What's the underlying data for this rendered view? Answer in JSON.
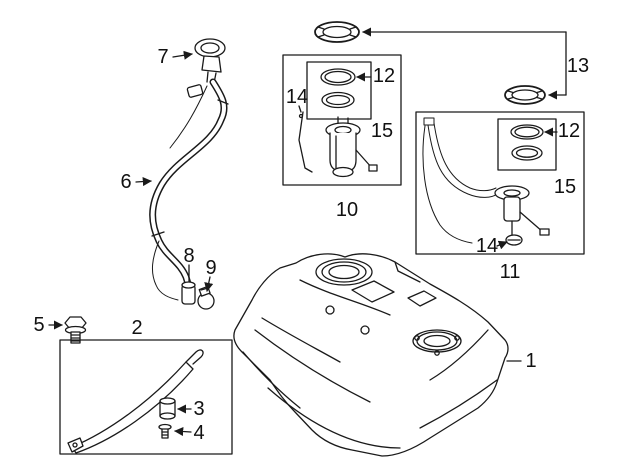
{
  "diagram": {
    "background": "#ffffff",
    "line_color": "#1a1a1a",
    "labels": {
      "n1": "1",
      "n2": "2",
      "n3": "3",
      "n4": "4",
      "n5": "5",
      "n6": "6",
      "n7": "7",
      "n8": "8",
      "n9": "9",
      "n10": "10",
      "n11": "11",
      "n12": "12",
      "n13": "13",
      "n14": "14",
      "n15": "15"
    }
  }
}
